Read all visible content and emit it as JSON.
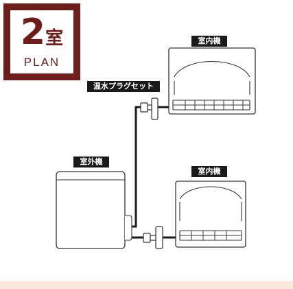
{
  "badge": {
    "room_count": "2",
    "room_unit": "室",
    "plan": "PLAN"
  },
  "labels": {
    "indoor_top": "室内機",
    "hot_water_plug": "温水プラグセット",
    "outdoor": "室外機",
    "indoor_bottom": "室内機"
  },
  "colors": {
    "badge": "#6e1e1a",
    "label_bg": "#1a1a1a",
    "footer": "#fde8dd"
  }
}
